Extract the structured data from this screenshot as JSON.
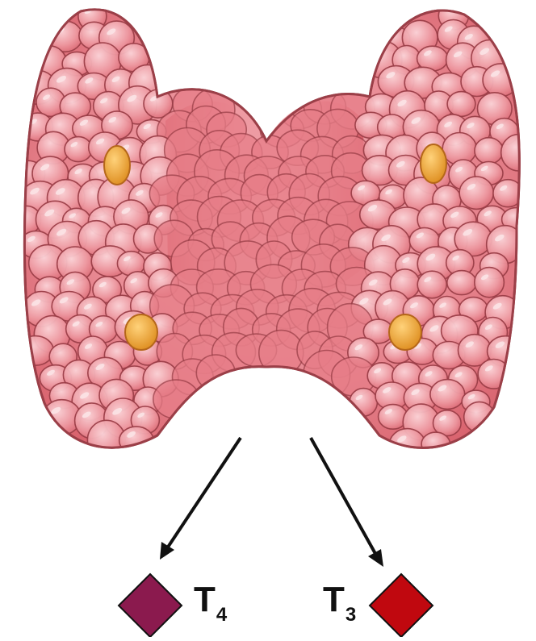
{
  "labels": {
    "left": {
      "main": "T",
      "sub": "4"
    },
    "right": {
      "main": "T",
      "sub": "3"
    }
  },
  "colors": {
    "tissue": "#e88a93",
    "tissue_dark": "#c9505c",
    "outline": "#9b3f48",
    "follicle_highlight": "#fbe3e5",
    "nodule": "#e9a233",
    "t4_diamond": "#8b1a4e",
    "t3_diamond": "#c0080f",
    "arrow": "#111111"
  },
  "icons": [
    "thyroid-gland-illustration",
    "arrow-icon",
    "diamond-icon"
  ]
}
